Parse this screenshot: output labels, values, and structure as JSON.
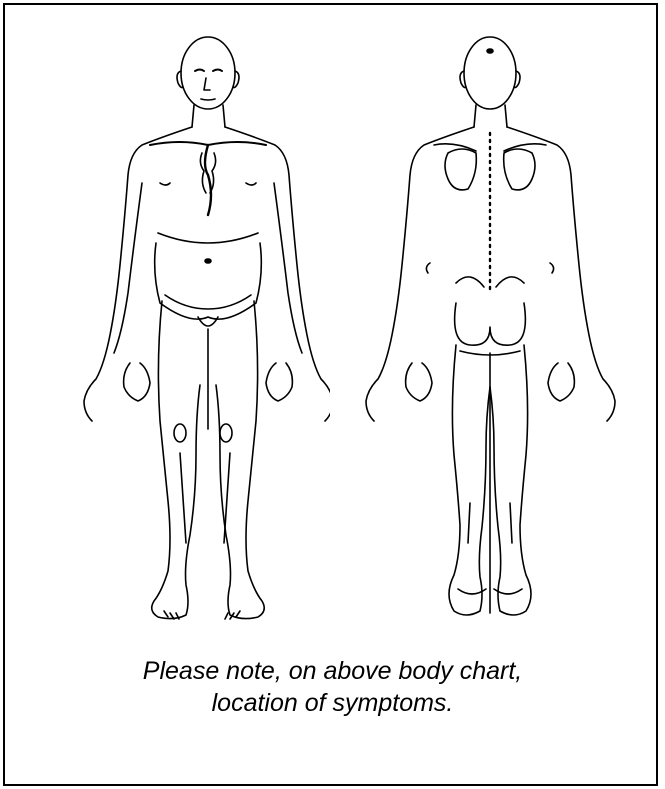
{
  "caption": {
    "line1": "Please note, on above body chart,",
    "line2": "location of symptoms."
  },
  "figures": {
    "front": "body-front-view",
    "back": "body-back-view"
  },
  "colors": {
    "ink": "#000000",
    "paper": "#ffffff"
  }
}
